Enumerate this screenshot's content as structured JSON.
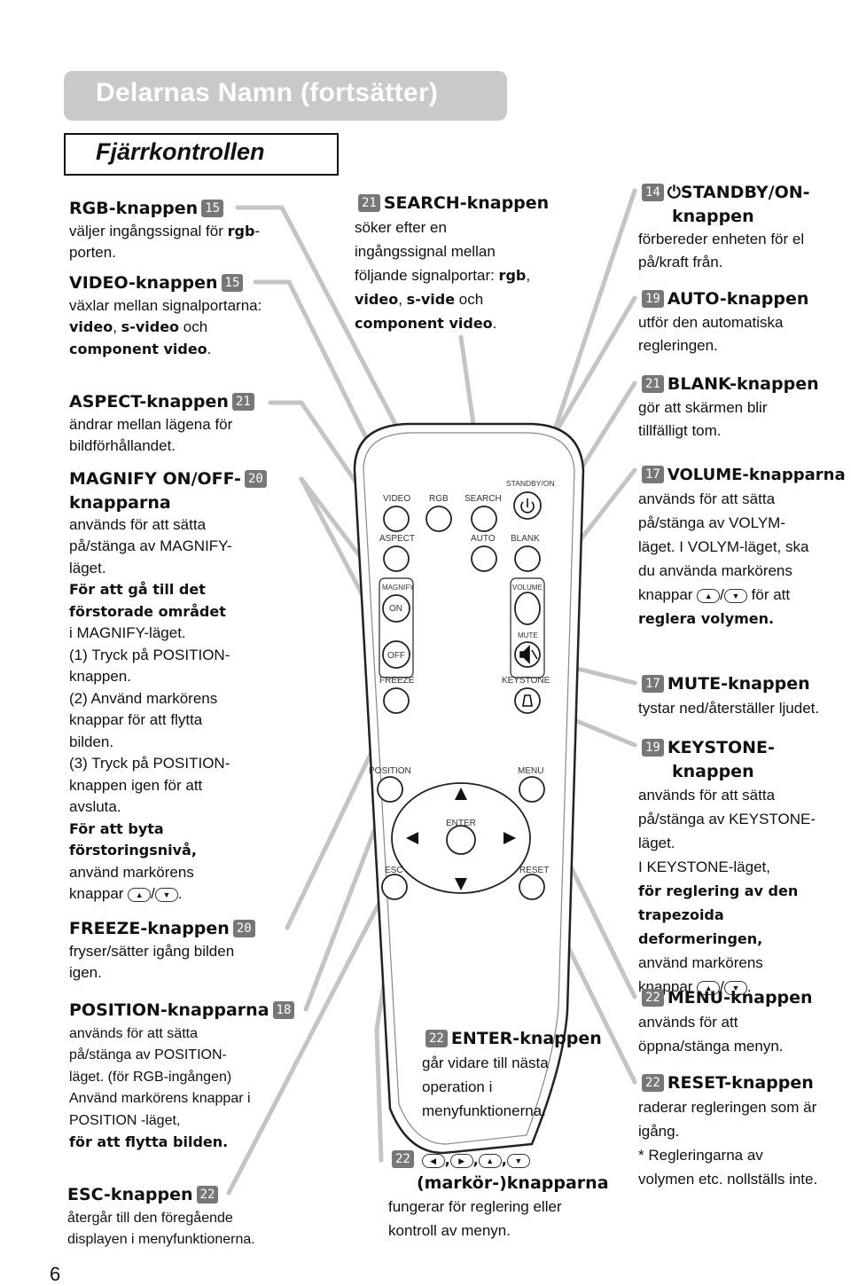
{
  "header": {
    "title": "Delarnas Namn (fortsätter)",
    "subtitle": "Fjärrkontrollen"
  },
  "page_number": "6",
  "left": {
    "rgb": {
      "head": "RGB-knappen",
      "num": "15",
      "t1": "väljer ingångssignal för ",
      "b1": "rgb",
      "t2": "-",
      "t3": "porten."
    },
    "video": {
      "head": "VIDEO-knappen",
      "num": "15",
      "t1": "växlar mellan signalportarna:",
      "b1": "video",
      "t2": ", ",
      "b2": "s-video",
      "t3": " och",
      "b3": "component video",
      "t4": "."
    },
    "aspect": {
      "head": "ASPECT-knappen",
      "num": "21",
      "l1": "ändrar mellan lägena för",
      "l2": "bildförhållandet."
    },
    "magnify": {
      "head1": "MAGNIFY ON/OFF-",
      "num": "20",
      "head2": "knapparna",
      "l1": "används för att sätta",
      "l2": "på/stänga av MAGNIFY-",
      "l3": "läget.",
      "b1": "För att gå till det",
      "b2": "förstorade området",
      "l4": "i MAGNIFY-läget.",
      "l5": "(1) Tryck på POSITION-",
      "l6": "knappen.",
      "l7": "(2) Använd markörens",
      "l8": "knappar för att flytta",
      "l9": "bilden.",
      "l10": "(3) Tryck på POSITION-",
      "l11": "knappen igen för att",
      "l12": "avsluta.",
      "b3": "För att byta",
      "b4": "förstoringsnivå,",
      "l13": "använd markörens",
      "l14": "knappar",
      "sep": "/",
      "end": "."
    },
    "freeze": {
      "head": "FREEZE-knappen",
      "num": "20",
      "l1": "fryser/sätter igång bilden",
      "l2": "igen."
    },
    "position": {
      "head": "POSITION-knapparna",
      "num": "18",
      "l1": "används för att sätta",
      "l2": "på/stänga av POSITION-",
      "l3": "läget. (för RGB-ingången)",
      "l4": "Använd markörens knappar i",
      "l5": "POSITION -läget,",
      "b1": "för att flytta bilden."
    },
    "esc": {
      "head": "ESC-knappen",
      "num": "22",
      "l1": "återgår till den föregående",
      "l2": "displayen i menyfunktionerna."
    }
  },
  "center": {
    "search": {
      "num": "21",
      "head": "SEARCH-knappen",
      "l1": "söker efter en",
      "l2": "ingångssignal mellan",
      "l3": "följande signalportar: ",
      "b1": "rgb",
      "t1": ",",
      "b2": "video",
      "t2": ", ",
      "b3": "s-vide",
      "t3": " och",
      "b4": "component video",
      "t4": "."
    },
    "enter": {
      "num": "22",
      "head": "ENTER-knappen",
      "l1": "går vidare till nästa",
      "l2": "operation i",
      "l3": "menyfunktionerna."
    },
    "cursor": {
      "num": "22",
      "sep": ",",
      "head": "(markör-)knapparna",
      "l1": "fungerar för reglering eller",
      "l2": "kontroll av menyn."
    }
  },
  "right": {
    "standby": {
      "num": "14",
      "head1": "STANDBY/ON-",
      "head2": "knappen",
      "l1": "förbereder enheten för el",
      "l2": "på/kraft från."
    },
    "auto": {
      "num": "19",
      "head": "AUTO-knappen",
      "l1": "utför den automatiska",
      "l2": "regleringen."
    },
    "blank": {
      "num": "21",
      "head": "BLANK-knappen",
      "l1": "gör att skärmen blir",
      "l2": "tillfälligt tom."
    },
    "volume": {
      "num": "17",
      "head": "VOLUME-knapparna",
      "l1": "används för att sätta",
      "l2": "på/stänga av VOLYM-",
      "l3": "läget. I VOLYM-läget, ska",
      "l4": "du använda markörens",
      "l5": "knappar",
      "sep": "/",
      "l6": "för att",
      "b1": "reglera volymen."
    },
    "mute": {
      "num": "17",
      "head": "MUTE-knappen",
      "l1": "tystar ned/återställer ljudet."
    },
    "keystone": {
      "num": "19",
      "head1": "KEYSTONE-",
      "head2": "knappen",
      "l1": "används för att sätta",
      "l2": "på/stänga av KEYSTONE-",
      "l3": "läget.",
      "l4": "I KEYSTONE-läget,",
      "b1": "för reglering av den",
      "b2": "trapezoida deformeringen,",
      "l5": "använd markörens",
      "l6": "knappar",
      "sep": "/",
      "end": "."
    },
    "menu": {
      "num": "22",
      "head": "MENU-knappen",
      "l1": "används för att",
      "l2": "öppna/stänga menyn."
    },
    "reset": {
      "num": "22",
      "head": "RESET-knappen",
      "l1": "raderar regleringen som är",
      "l2": "igång.",
      "l3": "* Regleringarna av",
      "l4": "volymen etc. nollställs inte."
    }
  },
  "remote": {
    "video": "VIDEO",
    "rgb": "RGB",
    "search": "SEARCH",
    "standby": "STANDBY/ON",
    "aspect": "ASPECT",
    "auto": "AUTO",
    "blank": "BLANK",
    "magnify": "MAGNIFY",
    "on": "ON",
    "off": "OFF",
    "volume": "VOLUME",
    "mute": "MUTE",
    "freeze": "FREEZE",
    "keystone": "KEYSTONE",
    "position": "POSITION",
    "menu": "MENU",
    "enter": "ENTER",
    "esc": "ESC",
    "reset": "RESET"
  }
}
